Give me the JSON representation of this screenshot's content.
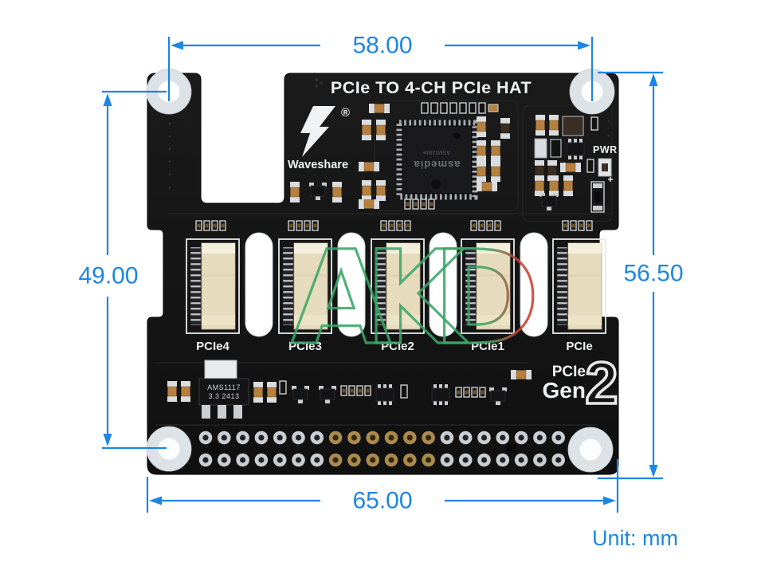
{
  "colors": {
    "dimension_blue": "#1d86e4",
    "board_black": "#151515",
    "silk_white": "#e8eaec",
    "connector_beige": "#e6dbbd",
    "watermark_green": "#3aa768",
    "watermark_red": "#c8402e",
    "background": "#ffffff"
  },
  "annotations": {
    "dim_top": "58.00",
    "dim_left": "49.00",
    "dim_right": "56.50",
    "dim_bottom": "65.00",
    "unit": "Unit: mm"
  },
  "board": {
    "title": "PCIe TO 4-CH PCIe HAT",
    "brand": "Waveshare",
    "reg_mark": "®",
    "pwr": "PWR",
    "chip": {
      "brand": "asmedia",
      "model": "ASM1184e"
    },
    "regulator": {
      "name": "AMS1117",
      "spec": "3.3  2413"
    },
    "gen": {
      "line1": "PCIe",
      "line2": "Gen",
      "number": "2"
    },
    "connectors": [
      {
        "label": "PCIe4"
      },
      {
        "label": "PCIe3"
      },
      {
        "label": "PCIe2"
      },
      {
        "label": "PCIe1"
      },
      {
        "label": "PCIe"
      }
    ]
  },
  "watermark": {
    "text": "AKD",
    "letters": [
      "A",
      "K",
      "D"
    ]
  }
}
